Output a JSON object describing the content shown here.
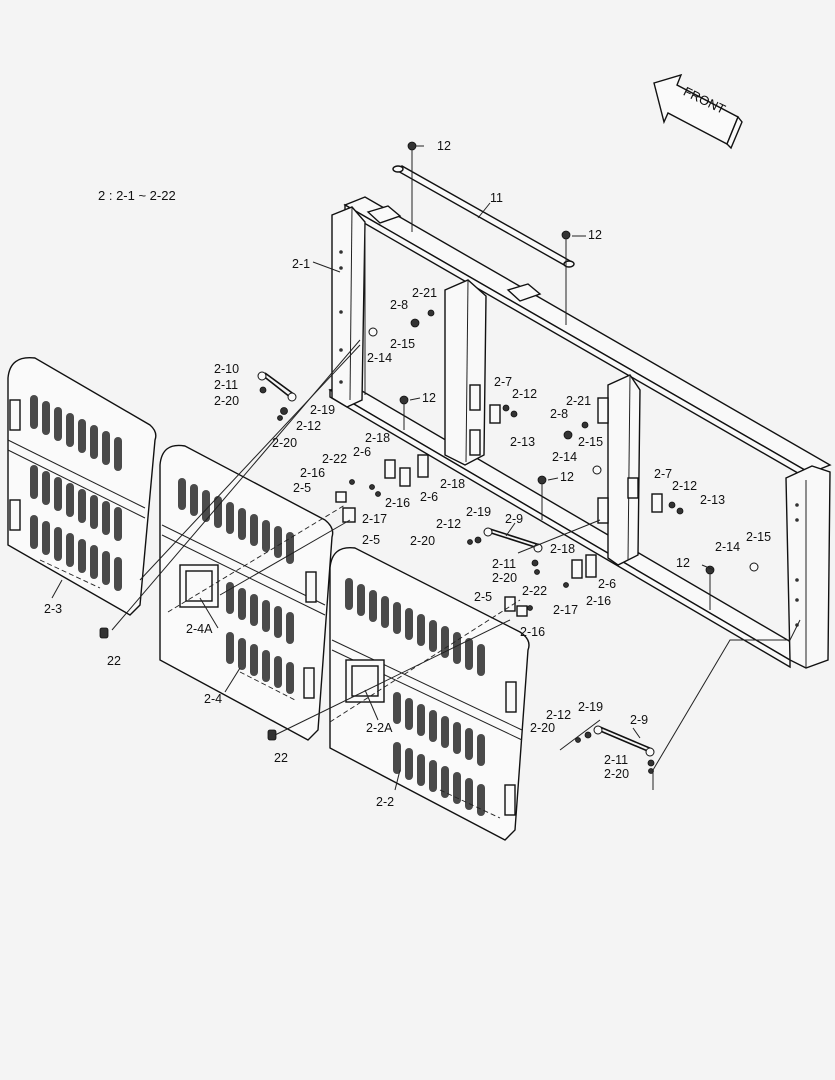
{
  "diagram": {
    "assembly_note": "2 : 2-1 ~ 2-22",
    "direction_label": "FRONT",
    "labels": {
      "p12a": "12",
      "p12b": "12",
      "p11": "11",
      "p2_1": "2-1",
      "p2_21a": "2-21",
      "p2_8a": "2-8",
      "p2_15a": "2-15",
      "p2_14a": "2-14",
      "p2_10": "2-10",
      "p2_11a": "2-11",
      "p2_20a": "2-20",
      "p2_19a": "2-19",
      "p2_12a": "2-12",
      "p2_20b": "2-20",
      "p12c": "12",
      "p2_7a": "2-7",
      "p2_12b": "2-12",
      "p2_13a": "2-13",
      "p2_21b": "2-21",
      "p2_8b": "2-8",
      "p2_15b": "2-15",
      "p2_14b": "2-14",
      "p2_18a": "2-18",
      "p2_6a": "2-6",
      "p2_22a": "2-22",
      "p2_16a": "2-16",
      "p2_5a": "2-5",
      "p2_16b": "2-16",
      "p2_6b": "2-6",
      "p2_18b": "2-18",
      "p2_17a": "2-17",
      "p2_5b": "2-5",
      "p12d": "12",
      "p2_7b": "2-7",
      "p2_12c": "2-12",
      "p2_13b": "2-13",
      "p2_12d": "2-12",
      "p2_19b": "2-19",
      "p2_9a": "2-9",
      "p2_20c": "2-20",
      "p2_11b": "2-11",
      "p2_20d": "2-20",
      "p2_18c": "2-18",
      "p2_6c": "2-6",
      "p2_16c": "2-16",
      "p2_17b": "2-17",
      "p2_22b": "2-22",
      "p2_5c": "2-5",
      "p2_16d": "2-16",
      "p2_14c": "2-14",
      "p2_15c": "2-15",
      "p12e": "12",
      "p2_3": "2-3",
      "p22a": "22",
      "p2_4A": "2-4A",
      "p2_4": "2-4",
      "p22b": "22",
      "p2_2A": "2-2A",
      "p2_2": "2-2",
      "p2_12e": "2-12",
      "p2_19c": "2-19",
      "p2_9b": "2-9",
      "p2_20e": "2-20",
      "p2_11c": "2-11",
      "p2_20f": "2-20"
    }
  }
}
